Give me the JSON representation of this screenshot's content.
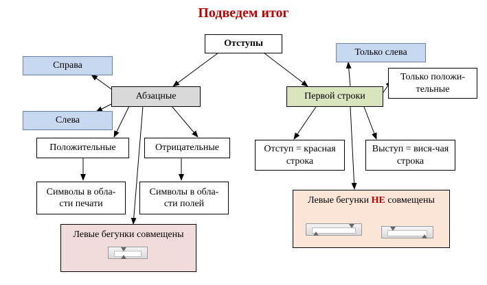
{
  "title": "Подведем итог",
  "nodes": {
    "root": "Отступы",
    "paragraph": "Абзацные",
    "first_line": "Первой строки",
    "right": "Справа",
    "left": "Слева",
    "positive": "Положительные",
    "negative": "Отрицательные",
    "print_area": "Символы в обла-сти печати",
    "margin_area": "Символы в обла-сти полей",
    "only_left": "Только слева",
    "only_positive": "Только положи-тельные",
    "indent_red_line": "Отступ = красная строка",
    "hanging": "Выступ = вися-чая строка",
    "sliders_aligned": "Левые бегунки совмещены",
    "sliders_not_aligned_prefix": "Левые бегунки",
    "sliders_not_aligned_emph": "НЕ",
    "sliders_not_aligned_suffix": "совмещены"
  },
  "colors": {
    "title": "#c00000",
    "blue_box": "#c6d9f1",
    "gray_box": "#d9d9d9",
    "green_box": "#d7e4bc",
    "pink_box": "#f2dcdb",
    "peach_box": "#fbe5d6"
  }
}
